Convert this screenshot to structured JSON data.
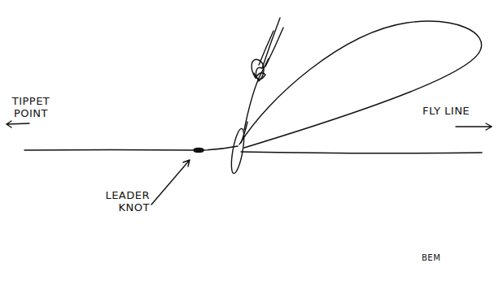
{
  "diagram": {
    "labels": [
      "TIPPET POINT",
      "FLY LINE",
      "LEADER KNOT",
      "BEM"
    ]
  }
}
